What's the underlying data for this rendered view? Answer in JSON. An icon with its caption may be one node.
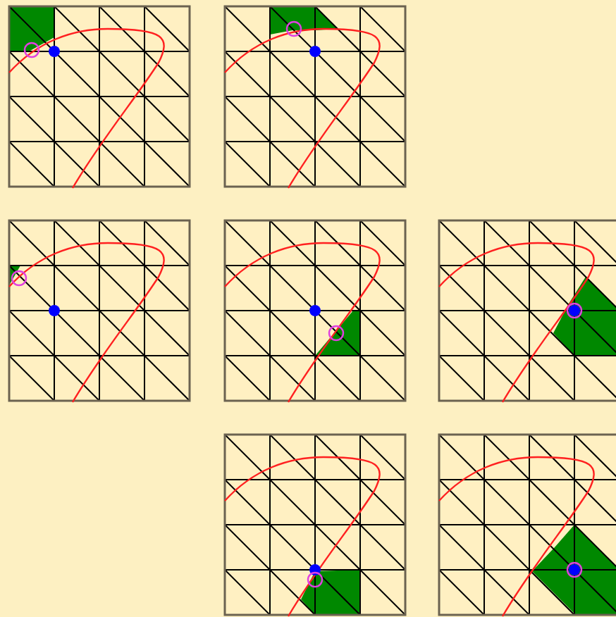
{
  "diagram": {
    "nodes": [
      {
        "text": [],
        "shape": "picture"
      },
      {
        "text": [],
        "shape": "picture"
      },
      {
        "text": [],
        "shape": "picture"
      },
      {
        "text": [],
        "shape": "picture"
      },
      {
        "text": [],
        "shape": "picture"
      },
      {
        "text": [],
        "shape": "picture"
      },
      {
        "text": [],
        "shape": "picture"
      }
    ]
  }
}
